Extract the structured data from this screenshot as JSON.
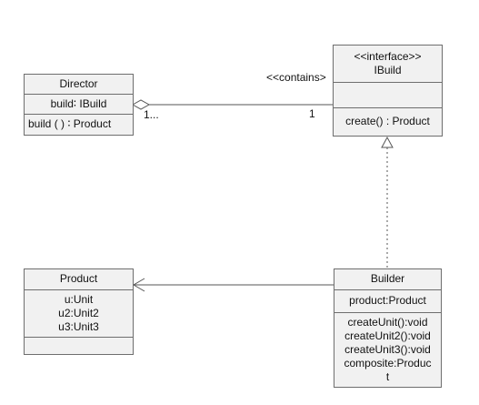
{
  "classes": {
    "director": {
      "name": "Director",
      "attributes": [
        "build∶ IBuild"
      ],
      "operations": [
        "build ( ) ∶ Product"
      ]
    },
    "ibuild": {
      "stereotype": "<<interface>>",
      "name": "IBuild",
      "operations": [
        "create() : Product"
      ]
    },
    "product": {
      "name": "Product",
      "attributes": [
        "u:Unit",
        "u2:Unit2",
        "u3:Unit3"
      ]
    },
    "builder": {
      "name": "Builder",
      "attributes": [
        "product:Product"
      ],
      "operations": [
        "createUnit():void",
        "createUnit2():void",
        "createUnit3():void",
        "composite:Produc",
        "t"
      ]
    }
  },
  "relations": {
    "aggregation": {
      "label": "<<contains>",
      "source_multiplicity": "1...",
      "target_multiplicity": "1"
    }
  }
}
